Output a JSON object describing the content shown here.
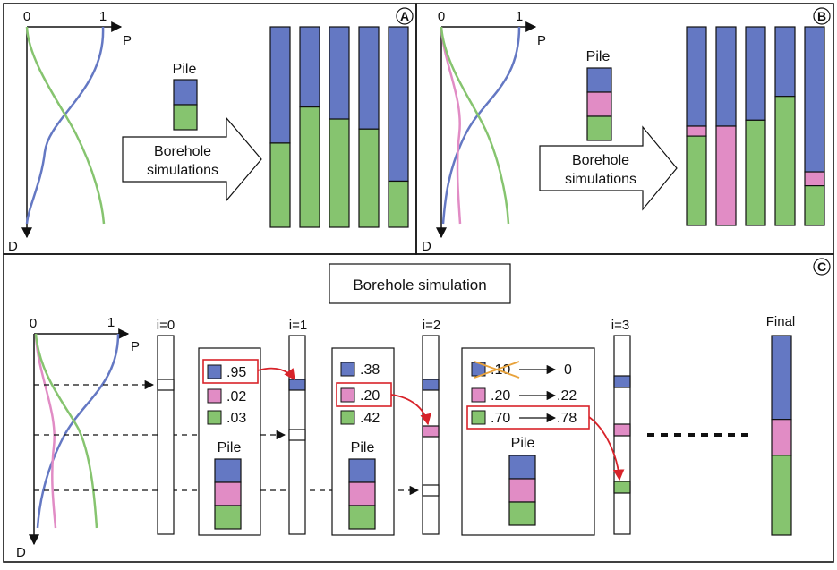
{
  "colors": {
    "blue": "#6478c3",
    "pink": "#e18cc5",
    "green": "#86c46f",
    "red_arrow": "#d8232a",
    "cross_orange": "#e8a23a",
    "frame": "#111111"
  },
  "panels": {
    "a": {
      "badge": "A",
      "axis": {
        "origin": "0",
        "one": "1",
        "x_label": "P",
        "y_label": "D"
      },
      "pile_label": "Pile",
      "arrow_label": [
        "Borehole",
        "simulations"
      ],
      "pile_fractions": [
        0.5,
        0.5
      ],
      "boreholes": [
        {
          "blue": 0.58,
          "green": 0.42
        },
        {
          "blue": 0.4,
          "green": 0.6
        },
        {
          "blue": 0.46,
          "green": 0.54
        },
        {
          "blue": 0.51,
          "green": 0.49
        },
        {
          "blue": 0.77,
          "green": 0.23
        }
      ]
    },
    "b": {
      "badge": "B",
      "axis": {
        "origin": "0",
        "one": "1",
        "x_label": "P",
        "y_label": "D"
      },
      "pile_label": "Pile",
      "arrow_label": [
        "Borehole",
        "simulations"
      ],
      "pile_fractions": [
        0.33,
        0.34,
        0.33
      ],
      "boreholes": [
        {
          "blue": 0.5,
          "pink": 0.05,
          "green": 0.45
        },
        {
          "blue": 0.5,
          "pink": 0.5,
          "green": 0.0
        },
        {
          "blue": 0.47,
          "pink": 0.0,
          "green": 0.53
        },
        {
          "blue": 0.35,
          "pink": 0.0,
          "green": 0.65
        },
        {
          "blue": 0.73,
          "pink": 0.07,
          "green": 0.2
        }
      ]
    },
    "c": {
      "badge": "C",
      "title": "Borehole simulation",
      "axis": {
        "origin": "0",
        "one": "1",
        "x_label": "P",
        "y_label": "D"
      },
      "steps": {
        "i0": {
          "label": "i=0"
        },
        "i1": {
          "label": "i=1"
        },
        "i2": {
          "label": "i=2"
        },
        "i3": {
          "label": "i=3"
        },
        "final": {
          "label": "Final"
        }
      },
      "box1": {
        "values": {
          "blue": ".95",
          "pink": ".02",
          "green": ".03"
        },
        "pile_label": "Pile"
      },
      "box2": {
        "values": {
          "blue": ".38",
          "pink": ".20",
          "green": ".42"
        },
        "pile_label": "Pile"
      },
      "box3": {
        "rows": {
          "blue": {
            "from": ".10",
            "to": "0"
          },
          "pink": {
            "from": ".20",
            "to": ".22"
          },
          "green": {
            "from": ".70",
            "to": ".78"
          }
        },
        "pile_label": "Pile"
      },
      "final_fractions": {
        "blue": 0.42,
        "pink": 0.18,
        "green": 0.4
      }
    }
  }
}
